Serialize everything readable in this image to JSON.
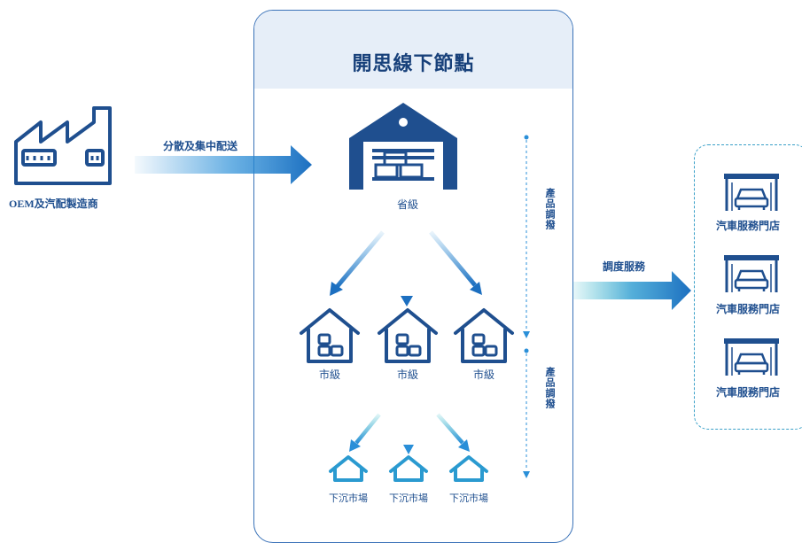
{
  "title": "開思線下節點",
  "oem": {
    "label": "OEM及汽配製造商"
  },
  "flow_distribute": "分散及集中配送",
  "flow_dispatch": "調度服務",
  "province": {
    "label": "省級"
  },
  "cities": [
    {
      "label": "市級"
    },
    {
      "label": "市級"
    },
    {
      "label": "市級"
    }
  ],
  "markets": [
    {
      "label": "下沉市場"
    },
    {
      "label": "下沉市場"
    },
    {
      "label": "下沉市場"
    }
  ],
  "side_labels": [
    "產品調撥",
    "產品調撥"
  ],
  "stores": [
    {
      "label": "汽車服務門店"
    },
    {
      "label": "汽車服務門店"
    },
    {
      "label": "汽車服務門店"
    }
  ],
  "colors": {
    "primary": "#1f4f8f",
    "accent": "#2a8fd8",
    "teal": "#29b8c6",
    "panel_head": "#e6eef8"
  }
}
